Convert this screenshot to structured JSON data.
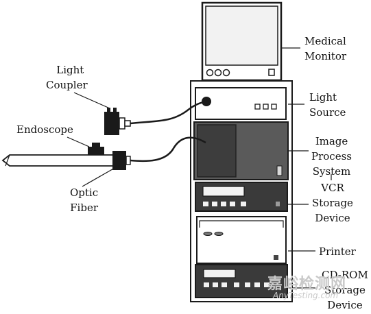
{
  "labels": {
    "medical_monitor": [
      "Medical",
      "Monitor"
    ],
    "light_coupler": [
      "Light",
      "Coupler"
    ],
    "light_source": [
      "Light",
      "Source"
    ],
    "endoscope": [
      "Endoscope"
    ],
    "image_process_system": [
      "Image",
      "Process",
      "System"
    ],
    "vcr_storage_device": [
      "VCR",
      "Storage",
      "Device"
    ],
    "optic_fiber": [
      "Optic",
      "Fiber"
    ],
    "printer": [
      "Printer"
    ],
    "cdrom_storage_device": [
      "CD-ROM",
      "Storage",
      "Device"
    ]
  },
  "watermark": {
    "cn": "嘉峪检测网",
    "en": "AnyTesting.com"
  },
  "colors": {
    "line": "#1a1a1a",
    "dark_panel": "#3d3d3d",
    "screen": "#f2f2f2",
    "watermark": "#c9c9c9"
  }
}
